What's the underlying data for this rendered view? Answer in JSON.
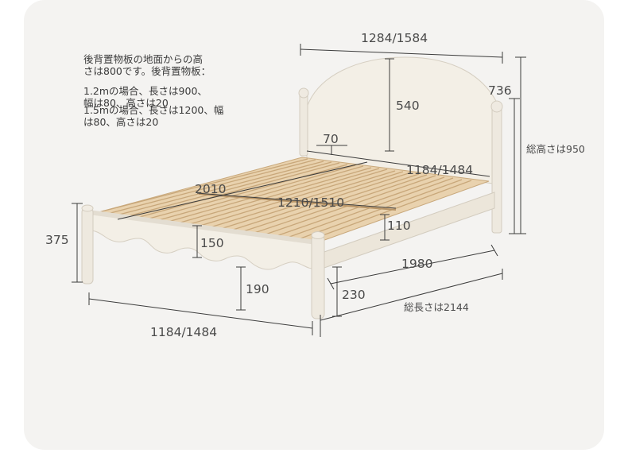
{
  "colors": {
    "background": "#f4f3f1",
    "frame": "#f1ede3",
    "frame_shadow": "#d9d3c6",
    "slat": "#e9d2ae",
    "slat_edge": "#c9a97c",
    "line": "#3c3c3c"
  },
  "note": {
    "line1": "後背置物板の地面からの高",
    "line2": "さは800です。後背置物板：",
    "line3": "1.2mの場合、長さは900、",
    "line4": "幅は80、高さは20",
    "line5": "1.5mの場合、長さは1200、幅",
    "line6": "は80、高さは20"
  },
  "dimensions": {
    "headboard_width": "1284/1584",
    "headboard_height": "736",
    "headboard_arc_height": "540",
    "total_height": "総高さは950",
    "post_width": "70",
    "inner_width": "1184/1484",
    "mattress_length": "2010",
    "mattress_width": "1210/1510",
    "rail_height": "110",
    "footboard_height": "375",
    "footboard_panel": "150",
    "floor_clearance": "190",
    "leg_height": "230",
    "inner_length": "1980",
    "total_length": "総長さは2144",
    "footboard_width": "1184/1484"
  }
}
